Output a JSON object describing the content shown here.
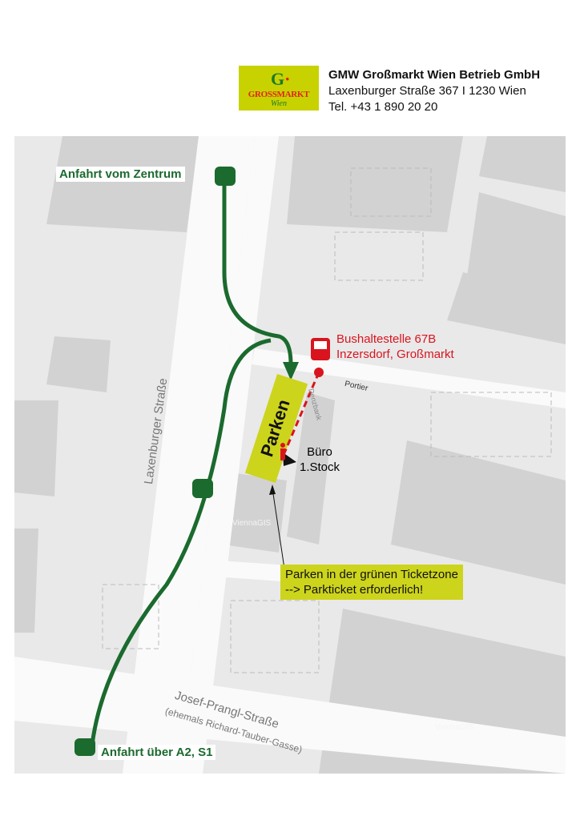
{
  "header": {
    "logo": {
      "mark": "G",
      "brand": "GROSSMARKT",
      "city": "Wien"
    },
    "company_name": "GMW Großmarkt Wien Betrieb GmbH",
    "address": "Laxenburger Straße 367  I 1230 Wien",
    "phone": "Tel. +43 1 890 20 20"
  },
  "map": {
    "route_from_center": "Anfahrt vom Zentrum",
    "route_from_a2": "Anfahrt über A2, S1",
    "bus_stop_line1": "Bushaltestelle 67B",
    "bus_stop_line2": "Inzersdorf, Großmarkt",
    "parking": "Parken",
    "office_line1": "Büro",
    "office_line2": "1.Stock",
    "porter": "Portier",
    "building_label": "Denzbank",
    "street_main": "Laxenburger Straße",
    "street_south": "Josef-Prangl-Straße",
    "street_south_former": "(ehemals Richard-Tauber-Gasse)",
    "watermark": "ViennaGIS",
    "note_line1": "Parken in der grünen Ticketzone",
    "note_line2": "--> Parkticket erforderlich!",
    "icons": [
      "car-icon",
      "bus-icon",
      "pedestrian-icon"
    ],
    "colors": {
      "route": "#1b6a2e",
      "bus": "#d9141e",
      "parking": "#cdd41c",
      "map_bg": "#e9e9e9"
    }
  }
}
